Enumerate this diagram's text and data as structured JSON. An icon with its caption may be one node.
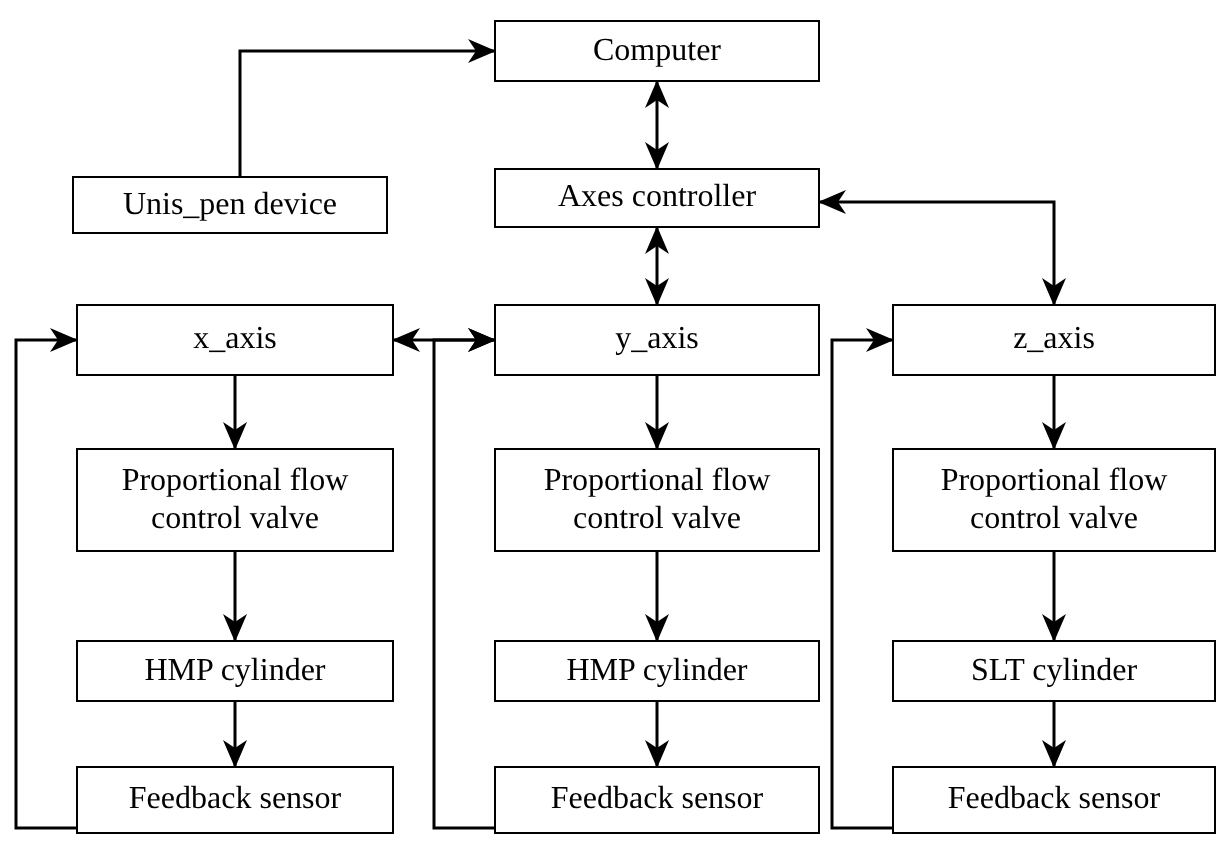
{
  "diagram": {
    "nodes": [
      {
        "text": [
          "Computer"
        ]
      },
      {
        "text": [
          "Unis_pen device"
        ]
      },
      {
        "text": [
          "Axes controller"
        ]
      },
      {
        "text": [
          "x_axis"
        ]
      },
      {
        "text": [
          "y_axis"
        ]
      },
      {
        "text": [
          "z_axis"
        ]
      },
      {
        "text": [
          "Proportional flow control valve"
        ]
      },
      {
        "text": [
          "Proportional flow control valve"
        ]
      },
      {
        "text": [
          "Proportional flow control valve"
        ]
      },
      {
        "text": [
          "HMP cylinder"
        ]
      },
      {
        "text": [
          "HMP cylinder"
        ]
      },
      {
        "text": [
          "SLT cylinder"
        ]
      },
      {
        "text": [
          "Feedback sensor"
        ]
      },
      {
        "text": [
          "Feedback sensor"
        ]
      },
      {
        "text": [
          "Feedback sensor"
        ]
      }
    ],
    "edges": [
      {
        "from": 1,
        "to": 0,
        "arrow": "to"
      },
      {
        "from": 0,
        "to": 2,
        "arrow": "both"
      },
      {
        "from": 2,
        "to": 4,
        "arrow": "both"
      },
      {
        "from": 2,
        "to": 5,
        "arrow": "both"
      },
      {
        "from": 3,
        "to": 4,
        "arrow": "both"
      },
      {
        "from": 3,
        "to": 6,
        "arrow": "to"
      },
      {
        "from": 6,
        "to": 9,
        "arrow": "to"
      },
      {
        "from": 9,
        "to": 12,
        "arrow": "to"
      },
      {
        "from": 4,
        "to": 7,
        "arrow": "to"
      },
      {
        "from": 7,
        "to": 10,
        "arrow": "to"
      },
      {
        "from": 10,
        "to": 13,
        "arrow": "to"
      },
      {
        "from": 5,
        "to": 8,
        "arrow": "to"
      },
      {
        "from": 8,
        "to": 11,
        "arrow": "to"
      },
      {
        "from": 11,
        "to": 14,
        "arrow": "to"
      },
      {
        "from": 12,
        "to": 3,
        "arrow": "to"
      },
      {
        "from": 13,
        "to": 4,
        "arrow": "to"
      },
      {
        "from": 14,
        "to": 5,
        "arrow": "to"
      }
    ]
  }
}
